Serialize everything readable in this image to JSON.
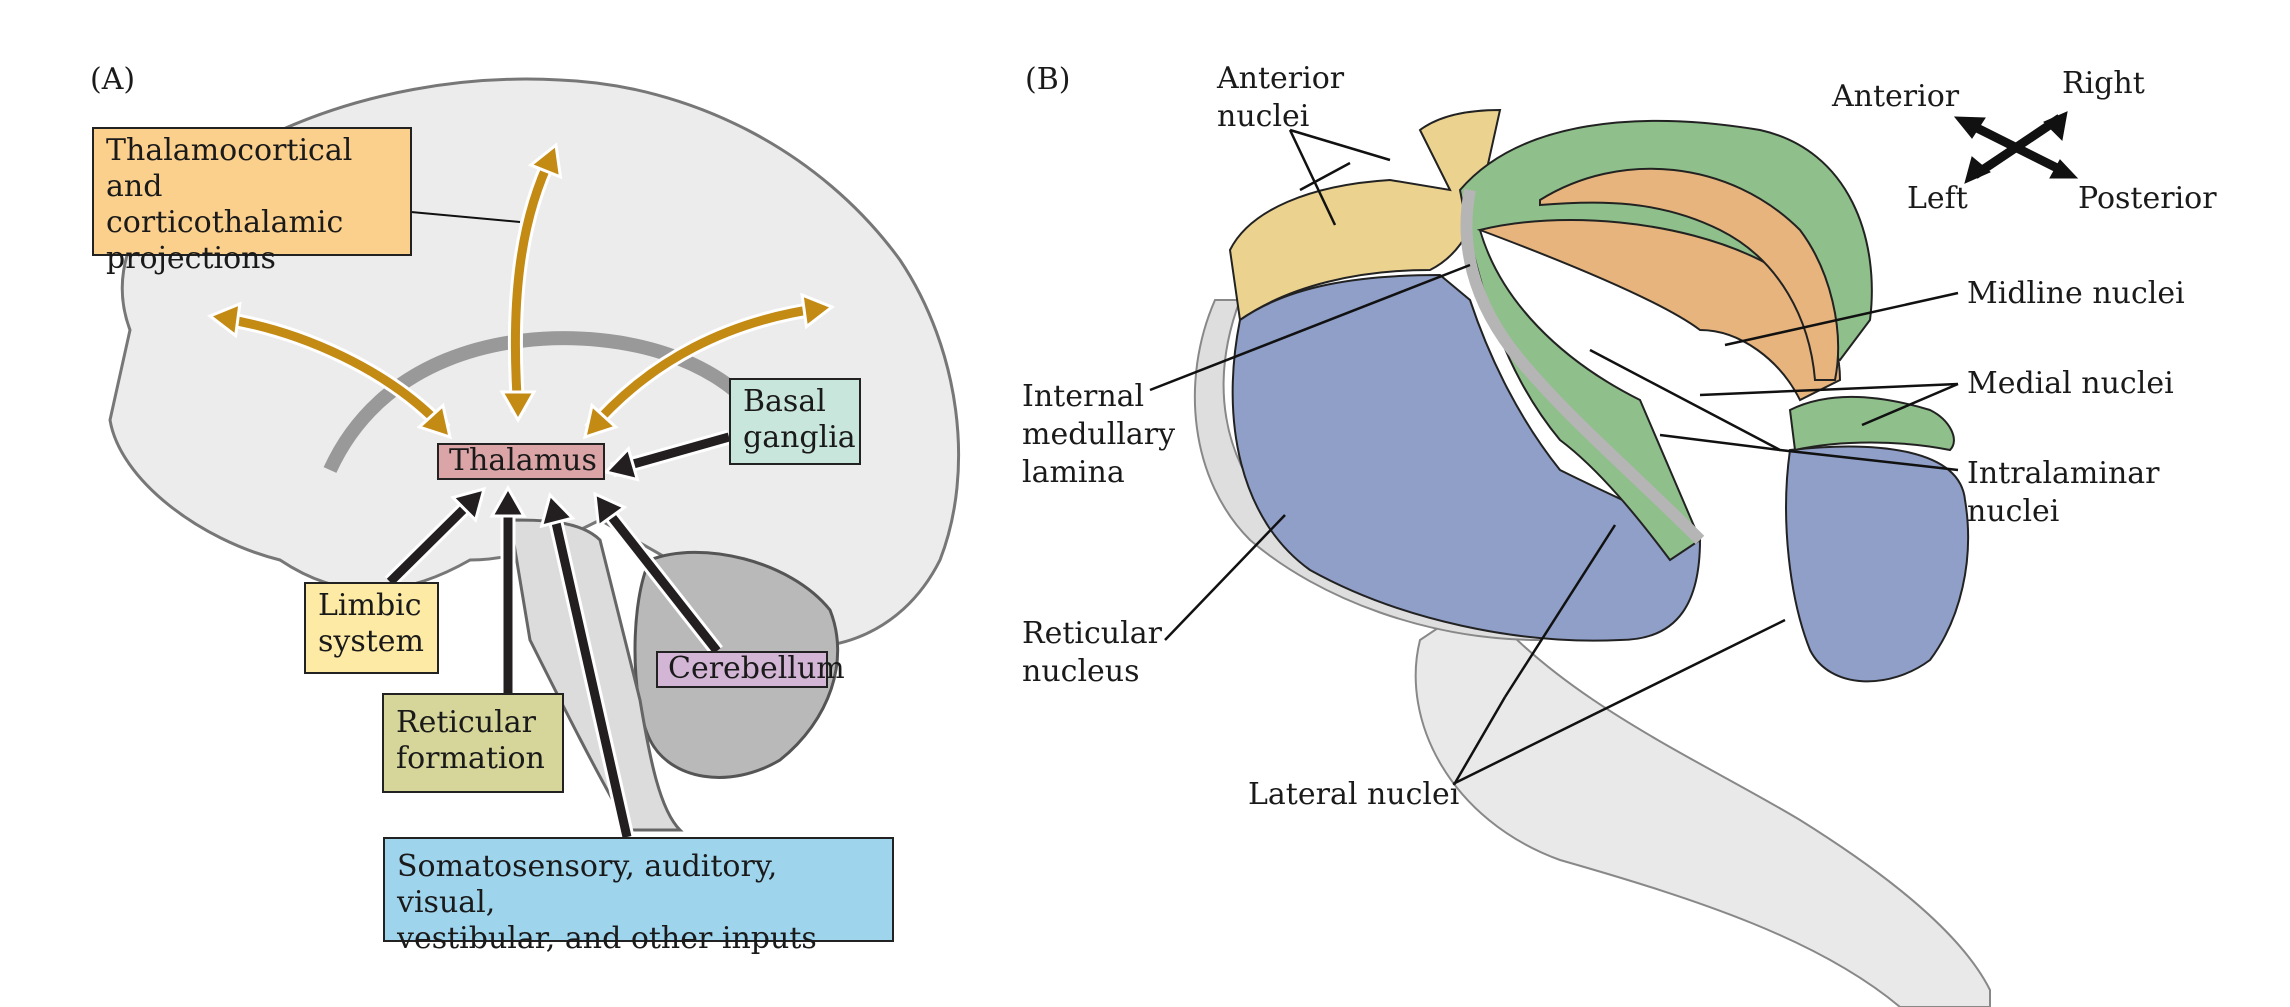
{
  "panel_a": {
    "label": "(A)",
    "boxes": {
      "thalamocortical": "Thalamocortical\nand corticothalamic\nprojections",
      "thalamus": "Thalamus",
      "basal_ganglia": "Basal\nganglia",
      "limbic": "Limbic\nsystem",
      "reticular_formation": "Reticular\nformation",
      "cerebellum": "Cerebellum",
      "sensory_inputs": "Somatosensory, auditory, visual,\nvestibular, and other inputs"
    },
    "colors": {
      "thalamocortical": "#fbd08d",
      "thalamus": "#dba5a8",
      "basal_ganglia": "#c9e6dc",
      "limbic": "#fdeaa5",
      "reticular_formation": "#d6d69a",
      "cerebellum": "#d3b5d6",
      "sensory_inputs": "#9fd4ed",
      "projection_arrow": "#c38a14",
      "input_arrow": "#231f20"
    }
  },
  "panel_b": {
    "label": "(B)",
    "labels": {
      "anterior_nuclei": "Anterior\nnuclei",
      "internal_medullary_lamina": "Internal\nmedullary\nlamina",
      "reticular_nucleus": "Reticular\nnucleus",
      "lateral_nuclei": "Lateral nuclei",
      "midline_nuclei": "Midline nuclei",
      "medial_nuclei": "Medial nuclei",
      "intralaminar_nuclei": "Intralaminar\nnuclei"
    },
    "compass": {
      "anterior": "Anterior",
      "right": "Right",
      "left": "Left",
      "posterior": "Posterior"
    },
    "colors": {
      "lateral": "#8f9fc8",
      "medial": "#8fbf8a",
      "midline": "#e6b47c",
      "anterior": "#ecd28f",
      "lamina": "#b5b5b5"
    }
  }
}
